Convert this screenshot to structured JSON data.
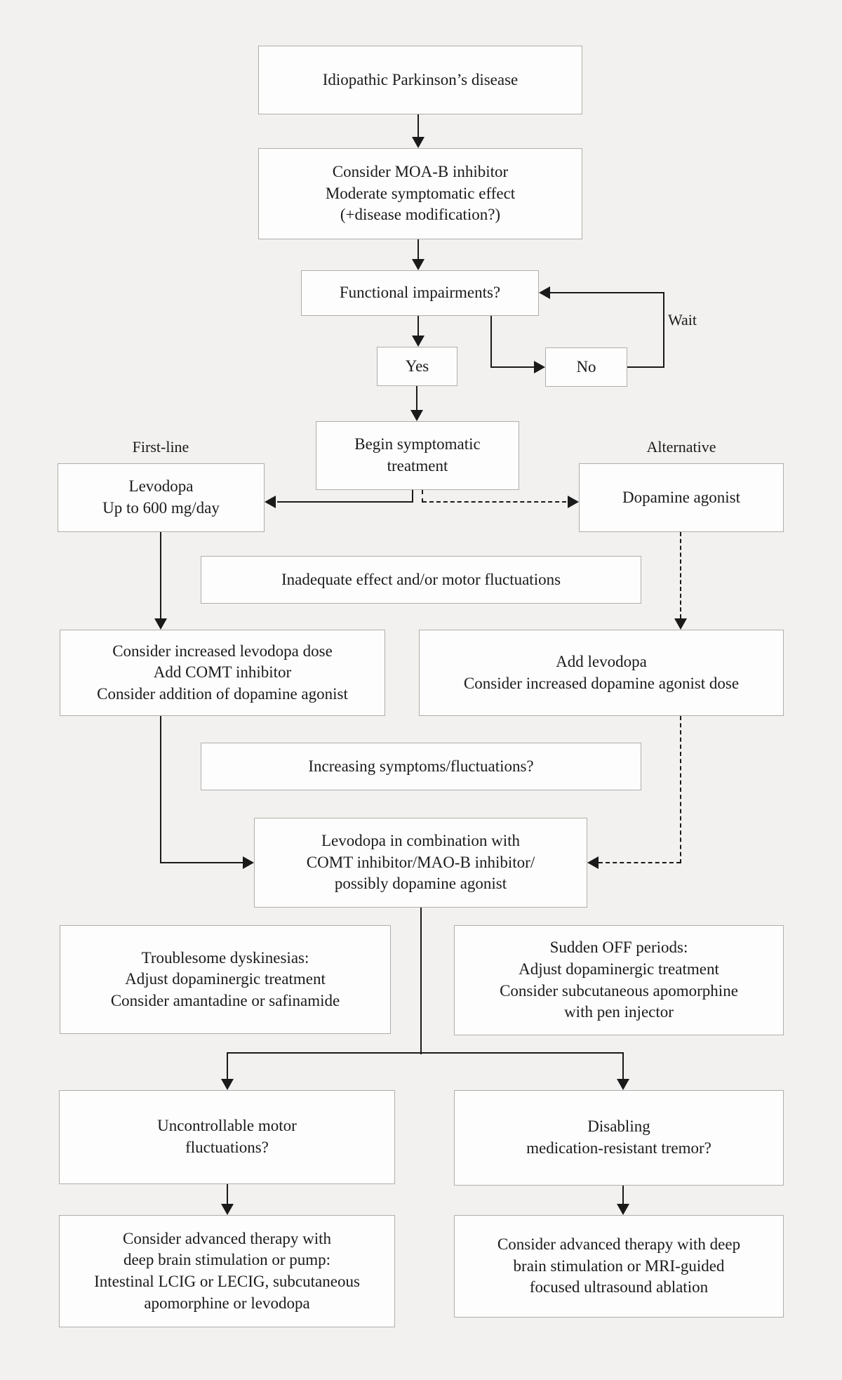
{
  "colors": {
    "background": "#f2f1ef",
    "line": "#1a1a1a",
    "box_fill": "#fdfdfd",
    "box_border": "#b0aeab",
    "text": "#1b1b1b"
  },
  "labels": {
    "first_line": "First-line",
    "alternative": "Alternative",
    "wait": "Wait"
  },
  "nodes": {
    "idiopathic": {
      "text": "Idiopathic Parkinson’s disease"
    },
    "maob": {
      "text": "Consider MOA-B inhibitor\nModerate symptomatic effect\n(+disease modification?)"
    },
    "functional": {
      "text": "Functional impairments?"
    },
    "yes": {
      "text": "Yes"
    },
    "no": {
      "text": "No"
    },
    "begin": {
      "text": "Begin symptomatic\ntreatment"
    },
    "levodopa": {
      "text": "Levodopa\nUp to 600 mg/day"
    },
    "dopamine_agonist": {
      "text": "Dopamine agonist"
    },
    "inadequate": {
      "text": "Inadequate effect and/or motor fluctuations"
    },
    "increase_levodopa": {
      "text": "Consider increased levodopa dose\nAdd COMT inhibitor\nConsider addition of dopamine agonist"
    },
    "add_levodopa": {
      "text": "Add levodopa\nConsider increased dopamine agonist dose"
    },
    "increasing": {
      "text": "Increasing symptoms/fluctuations?"
    },
    "levodopa_combination": {
      "text": "Levodopa in combination with\nCOMT inhibitor/MAO-B inhibitor/\npossibly dopamine agonist"
    },
    "troublesome": {
      "text": "Troublesome dyskinesias:\nAdjust dopaminergic treatment\nConsider amantadine or safinamide"
    },
    "sudden_off": {
      "text": "Sudden OFF periods:\nAdjust dopaminergic treatment\nConsider subcutaneous apomorphine\nwith pen injector"
    },
    "uncontrollable": {
      "text": "Uncontrollable motor\nfluctuations?"
    },
    "disabling": {
      "text": "Disabling\nmedication-resistant tremor?"
    },
    "advanced_pump": {
      "text": "Consider advanced therapy with\ndeep brain stimulation or pump:\nIntestinal LCIG or LECIG, subcutaneous\napomorphine or levodopa"
    },
    "advanced_dbs": {
      "text": "Consider advanced therapy with deep\nbrain stimulation or MRI-guided\nfocused ultrasound ablation"
    }
  },
  "edges": [
    {
      "from": "idiopathic",
      "to": "maob",
      "style": "solid"
    },
    {
      "from": "maob",
      "to": "functional",
      "style": "solid"
    },
    {
      "from": "functional",
      "to": "yes",
      "style": "solid"
    },
    {
      "from": "functional",
      "to": "no",
      "style": "solid"
    },
    {
      "from": "no",
      "to": "functional",
      "style": "solid",
      "label": "Wait"
    },
    {
      "from": "yes",
      "to": "begin",
      "style": "solid"
    },
    {
      "from": "begin",
      "to": "levodopa",
      "style": "solid"
    },
    {
      "from": "begin",
      "to": "dopamine_agonist",
      "style": "dashed"
    },
    {
      "from": "levodopa",
      "to": "increase_levodopa",
      "style": "solid"
    },
    {
      "from": "dopamine_agonist",
      "to": "add_levodopa",
      "style": "dashed"
    },
    {
      "from": "increase_levodopa",
      "to": "levodopa_combination",
      "style": "solid"
    },
    {
      "from": "add_levodopa",
      "to": "levodopa_combination",
      "style": "dashed"
    },
    {
      "from": "levodopa_combination",
      "to": "uncontrollable",
      "style": "solid"
    },
    {
      "from": "levodopa_combination",
      "to": "disabling",
      "style": "solid"
    },
    {
      "from": "uncontrollable",
      "to": "advanced_pump",
      "style": "solid"
    },
    {
      "from": "disabling",
      "to": "advanced_dbs",
      "style": "solid"
    }
  ]
}
